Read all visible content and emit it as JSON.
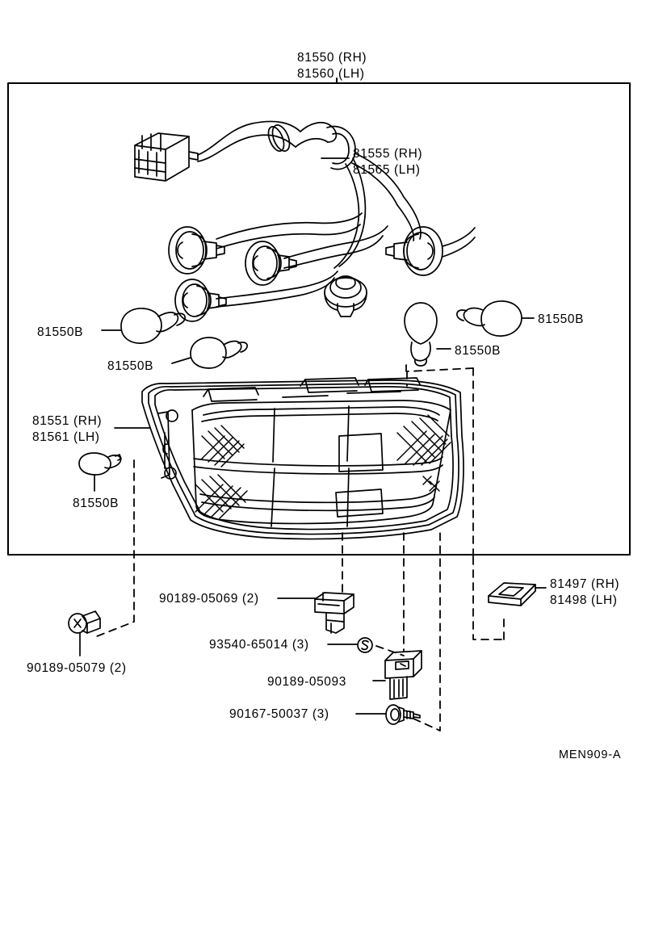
{
  "diagram": {
    "title_rh": "81550 (RH)",
    "title_lh": "81560 (LH)",
    "figure_code": "MEN909-A",
    "stroke_color": "#000000",
    "background_color": "#ffffff"
  },
  "labels": {
    "assembly_rh": "81550 (RH)",
    "assembly_lh": "81560 (LH)",
    "harness_rh": "81555 (RH)",
    "harness_lh": "81565 (LH)",
    "bulb_left_upper": "81550B",
    "bulb_left_lower": "81550B",
    "bulb_right_upper": "81550B",
    "bulb_right_lower": "81550B",
    "lens_rh": "81551 (RH)",
    "lens_lh": "81561 (LH)",
    "bulb_small_wedge": "81550B",
    "clip_05069": "90189-05069 (2)",
    "screw_65014": "93540-65014 (3)",
    "clip_05093": "90189-05093",
    "screw_50037": "90167-50037 (3)",
    "screw_05079": "90189-05079 (2)",
    "gasket_rh": "81497 (RH)",
    "gasket_lh": "81498 (LH)"
  },
  "parts": [
    {
      "number": "81550",
      "side": "RH",
      "name": "assembly"
    },
    {
      "number": "81560",
      "side": "LH",
      "name": "assembly"
    },
    {
      "number": "81555",
      "side": "RH",
      "name": "wire-harness"
    },
    {
      "number": "81565",
      "side": "LH",
      "name": "wire-harness"
    },
    {
      "number": "81551",
      "side": "RH",
      "name": "lens-body"
    },
    {
      "number": "81561",
      "side": "LH",
      "name": "lens-body"
    },
    {
      "number": "81550B",
      "side": "",
      "name": "bulb"
    },
    {
      "number": "81497",
      "side": "RH",
      "name": "gasket"
    },
    {
      "number": "81498",
      "side": "LH",
      "name": "gasket"
    },
    {
      "number": "90189-05069",
      "side": "",
      "name": "clip",
      "qty": "2"
    },
    {
      "number": "93540-65014",
      "side": "",
      "name": "screw",
      "qty": "3"
    },
    {
      "number": "90189-05093",
      "side": "",
      "name": "clip",
      "qty": ""
    },
    {
      "number": "90167-50037",
      "side": "",
      "name": "screw",
      "qty": "3"
    },
    {
      "number": "90189-05079",
      "side": "",
      "name": "screw",
      "qty": "2"
    }
  ]
}
